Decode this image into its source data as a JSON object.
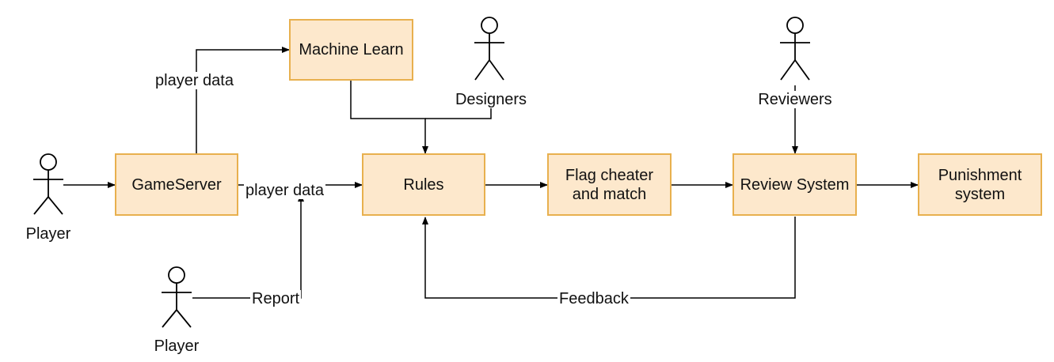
{
  "nodes": {
    "machine_learn": "Machine Learn",
    "game_server": "GameServer",
    "rules": "Rules",
    "flag_cheater": "Flag cheater and match",
    "review_system": "Review System",
    "punishment_system": "Punishment system"
  },
  "actors": {
    "player_left": "Player",
    "player_bottom": "Player",
    "designers": "Designers",
    "reviewers": "Reviewers"
  },
  "edge_labels": {
    "player_data_up": "player data",
    "player_data_mid": "player data",
    "report": "Report",
    "feedback": "Feedback"
  },
  "colors": {
    "box_fill": "#fde8cc",
    "box_border": "#e8b04e",
    "line": "#000000"
  }
}
